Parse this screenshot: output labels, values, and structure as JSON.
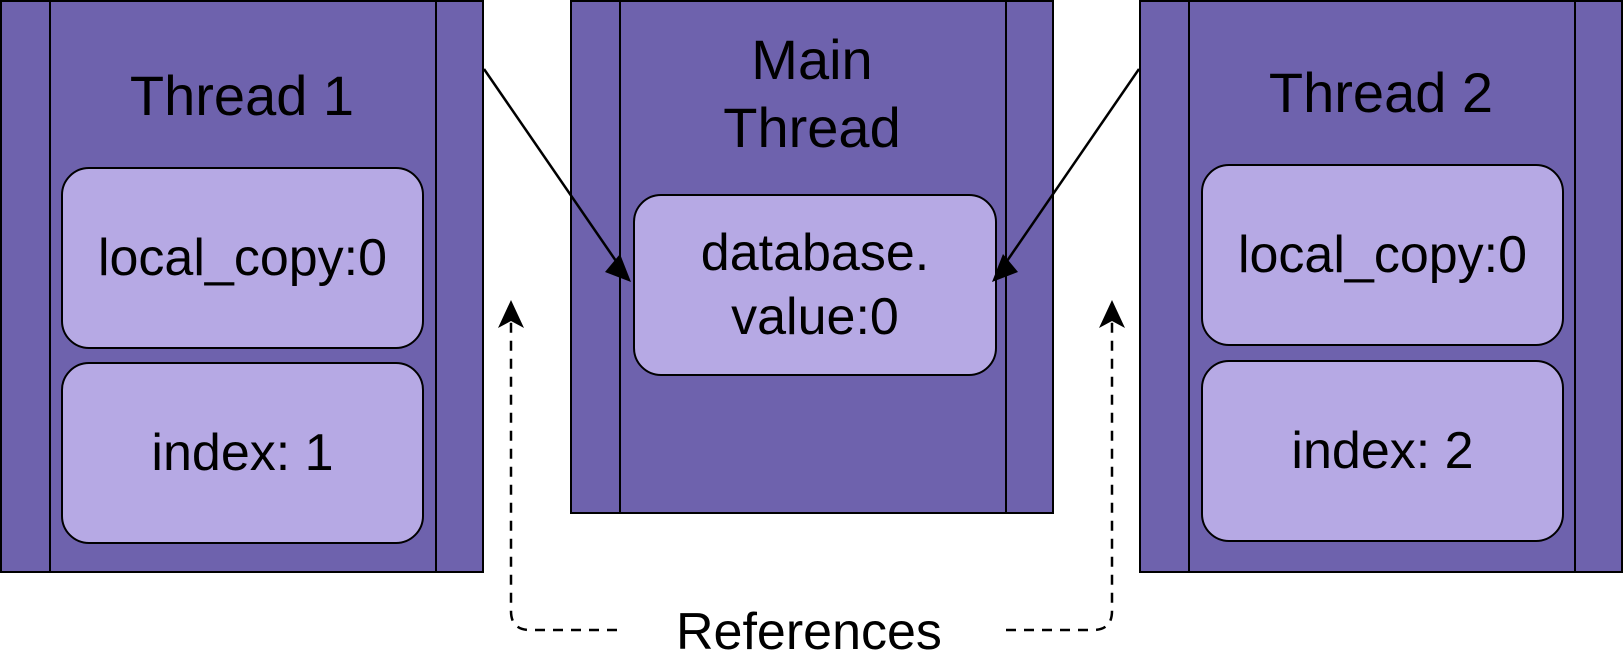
{
  "diagram": {
    "thread1": {
      "title": "Thread 1",
      "local_copy": "local_copy:0",
      "index": "index: 1"
    },
    "main_thread": {
      "title": "Main\nThread",
      "database_value": "database.\nvalue:0"
    },
    "thread2": {
      "title": "Thread 2",
      "local_copy": "local_copy:0",
      "index": "index: 2"
    },
    "references_label": "References",
    "colors": {
      "process_fill": "#6e62ad",
      "variable_fill": "#b6a9e4",
      "stroke": "#000000"
    }
  }
}
